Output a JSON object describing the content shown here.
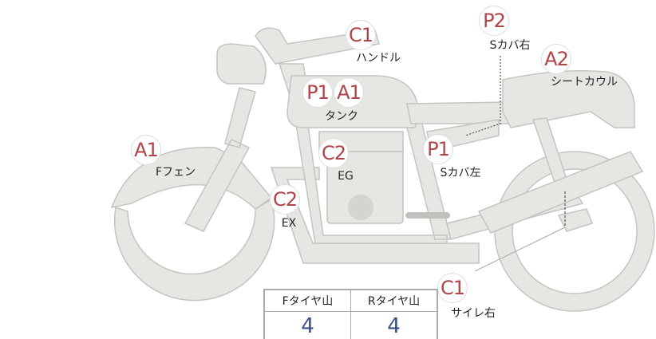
{
  "badges": [
    {
      "code": "C1",
      "label": "ハンドル"
    },
    {
      "code": "P2",
      "label": "Sカバ右"
    },
    {
      "code": "A2",
      "label": "シートカウル"
    },
    {
      "code": "P1",
      "label": ""
    },
    {
      "code": "A1",
      "label": "タンク"
    },
    {
      "code": "C2",
      "label": "EG"
    },
    {
      "code": "P1",
      "label": "Sカバ左"
    },
    {
      "code": "A1",
      "label": "Fフェン"
    },
    {
      "code": "C2",
      "label": "EX"
    },
    {
      "code": "C1",
      "label": "サイレ右"
    }
  ],
  "table": {
    "headers": [
      "Fタイヤ山",
      "Rタイヤ山"
    ],
    "values": [
      "4",
      "4"
    ]
  },
  "colors": {
    "badge_text": "#b04448",
    "value_text": "#3a4f8a",
    "part_fill": "#e6e6e3"
  }
}
